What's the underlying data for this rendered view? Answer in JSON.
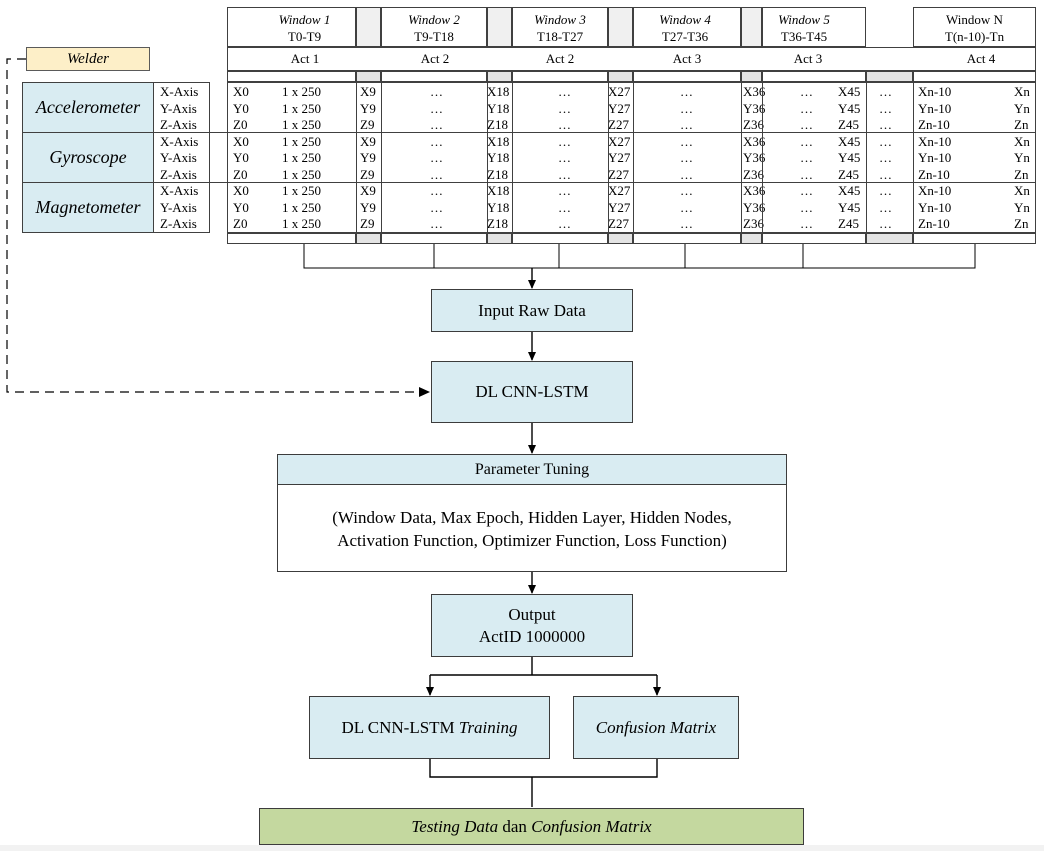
{
  "welder": "Welder",
  "windows": [
    {
      "title": "Window 1",
      "range": "T0-T9",
      "act": "Act 1"
    },
    {
      "title": "Window 2",
      "range": "T9-T18",
      "act": "Act 2"
    },
    {
      "title": "Window 3",
      "range": "T18-T27",
      "act": "Act 2"
    },
    {
      "title": "Window 4",
      "range": "T27-T36",
      "act": "Act 3"
    },
    {
      "title": "Window 5",
      "range": "T36-T45",
      "act": "Act 3"
    },
    {
      "title": "Window N",
      "range": "T(n-10)-Tn",
      "act": "Act 4"
    }
  ],
  "sensors": [
    {
      "name": "Accelerometer"
    },
    {
      "name": "Gyroscope"
    },
    {
      "name": "Magnetometer"
    }
  ],
  "axes": [
    "X-Axis",
    "Y-Axis",
    "Z-Axis"
  ],
  "rows": [
    [
      "X0",
      "1 x 250",
      "X9",
      "…",
      "X18",
      "…",
      "X27",
      "…",
      "X36",
      "…",
      "X45",
      "…",
      "Xn-10",
      "Xn"
    ],
    [
      "Y0",
      "1 x 250",
      "Y9",
      "…",
      "Y18",
      "…",
      "Y27",
      "…",
      "Y36",
      "…",
      "Y45",
      "…",
      "Yn-10",
      "Yn"
    ],
    [
      "Z0",
      "1 x 250",
      "Z9",
      "…",
      "Z18",
      "…",
      "Z27",
      "…",
      "Z36",
      "…",
      "Z45",
      "…",
      "Zn-10",
      "Zn"
    ]
  ],
  "flow": {
    "input": "Input Raw Data",
    "model": "DL CNN-LSTM",
    "tuning_title": "Parameter Tuning",
    "tuning_line1": "(Window Data, Max Epoch, Hidden Layer, Hidden Nodes,",
    "tuning_line2": "Activation Function, Optimizer Function, Loss Function)",
    "output_line1": "Output",
    "output_line2": "ActID 1000000",
    "training_a": "DL CNN-LSTM ",
    "training_b": "Training",
    "confusion": "Confusion Matrix",
    "testing_a": "Testing Data",
    "testing_b": " dan ",
    "testing_c": "Confusion Matrix"
  }
}
